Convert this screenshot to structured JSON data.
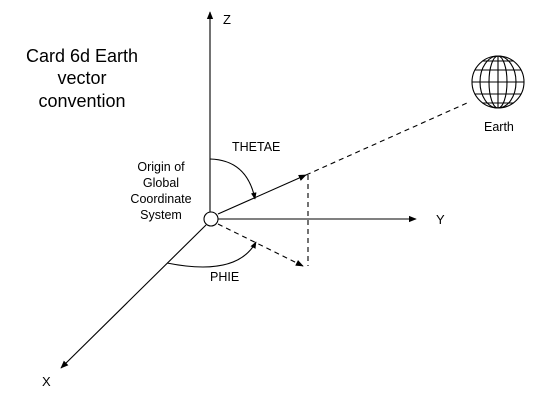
{
  "title_lines": [
    "Card 6d Earth",
    "vector",
    "convention"
  ],
  "axes": {
    "z": "Z",
    "y": "Y",
    "x": "X"
  },
  "origin_lines": [
    "Origin of",
    "Global",
    "Coordinate",
    "System"
  ],
  "angles": {
    "theta": "THETAE",
    "phi": "PHIE"
  },
  "earth_label": "Earth",
  "colors": {
    "line": "#000000",
    "background": "#ffffff"
  }
}
